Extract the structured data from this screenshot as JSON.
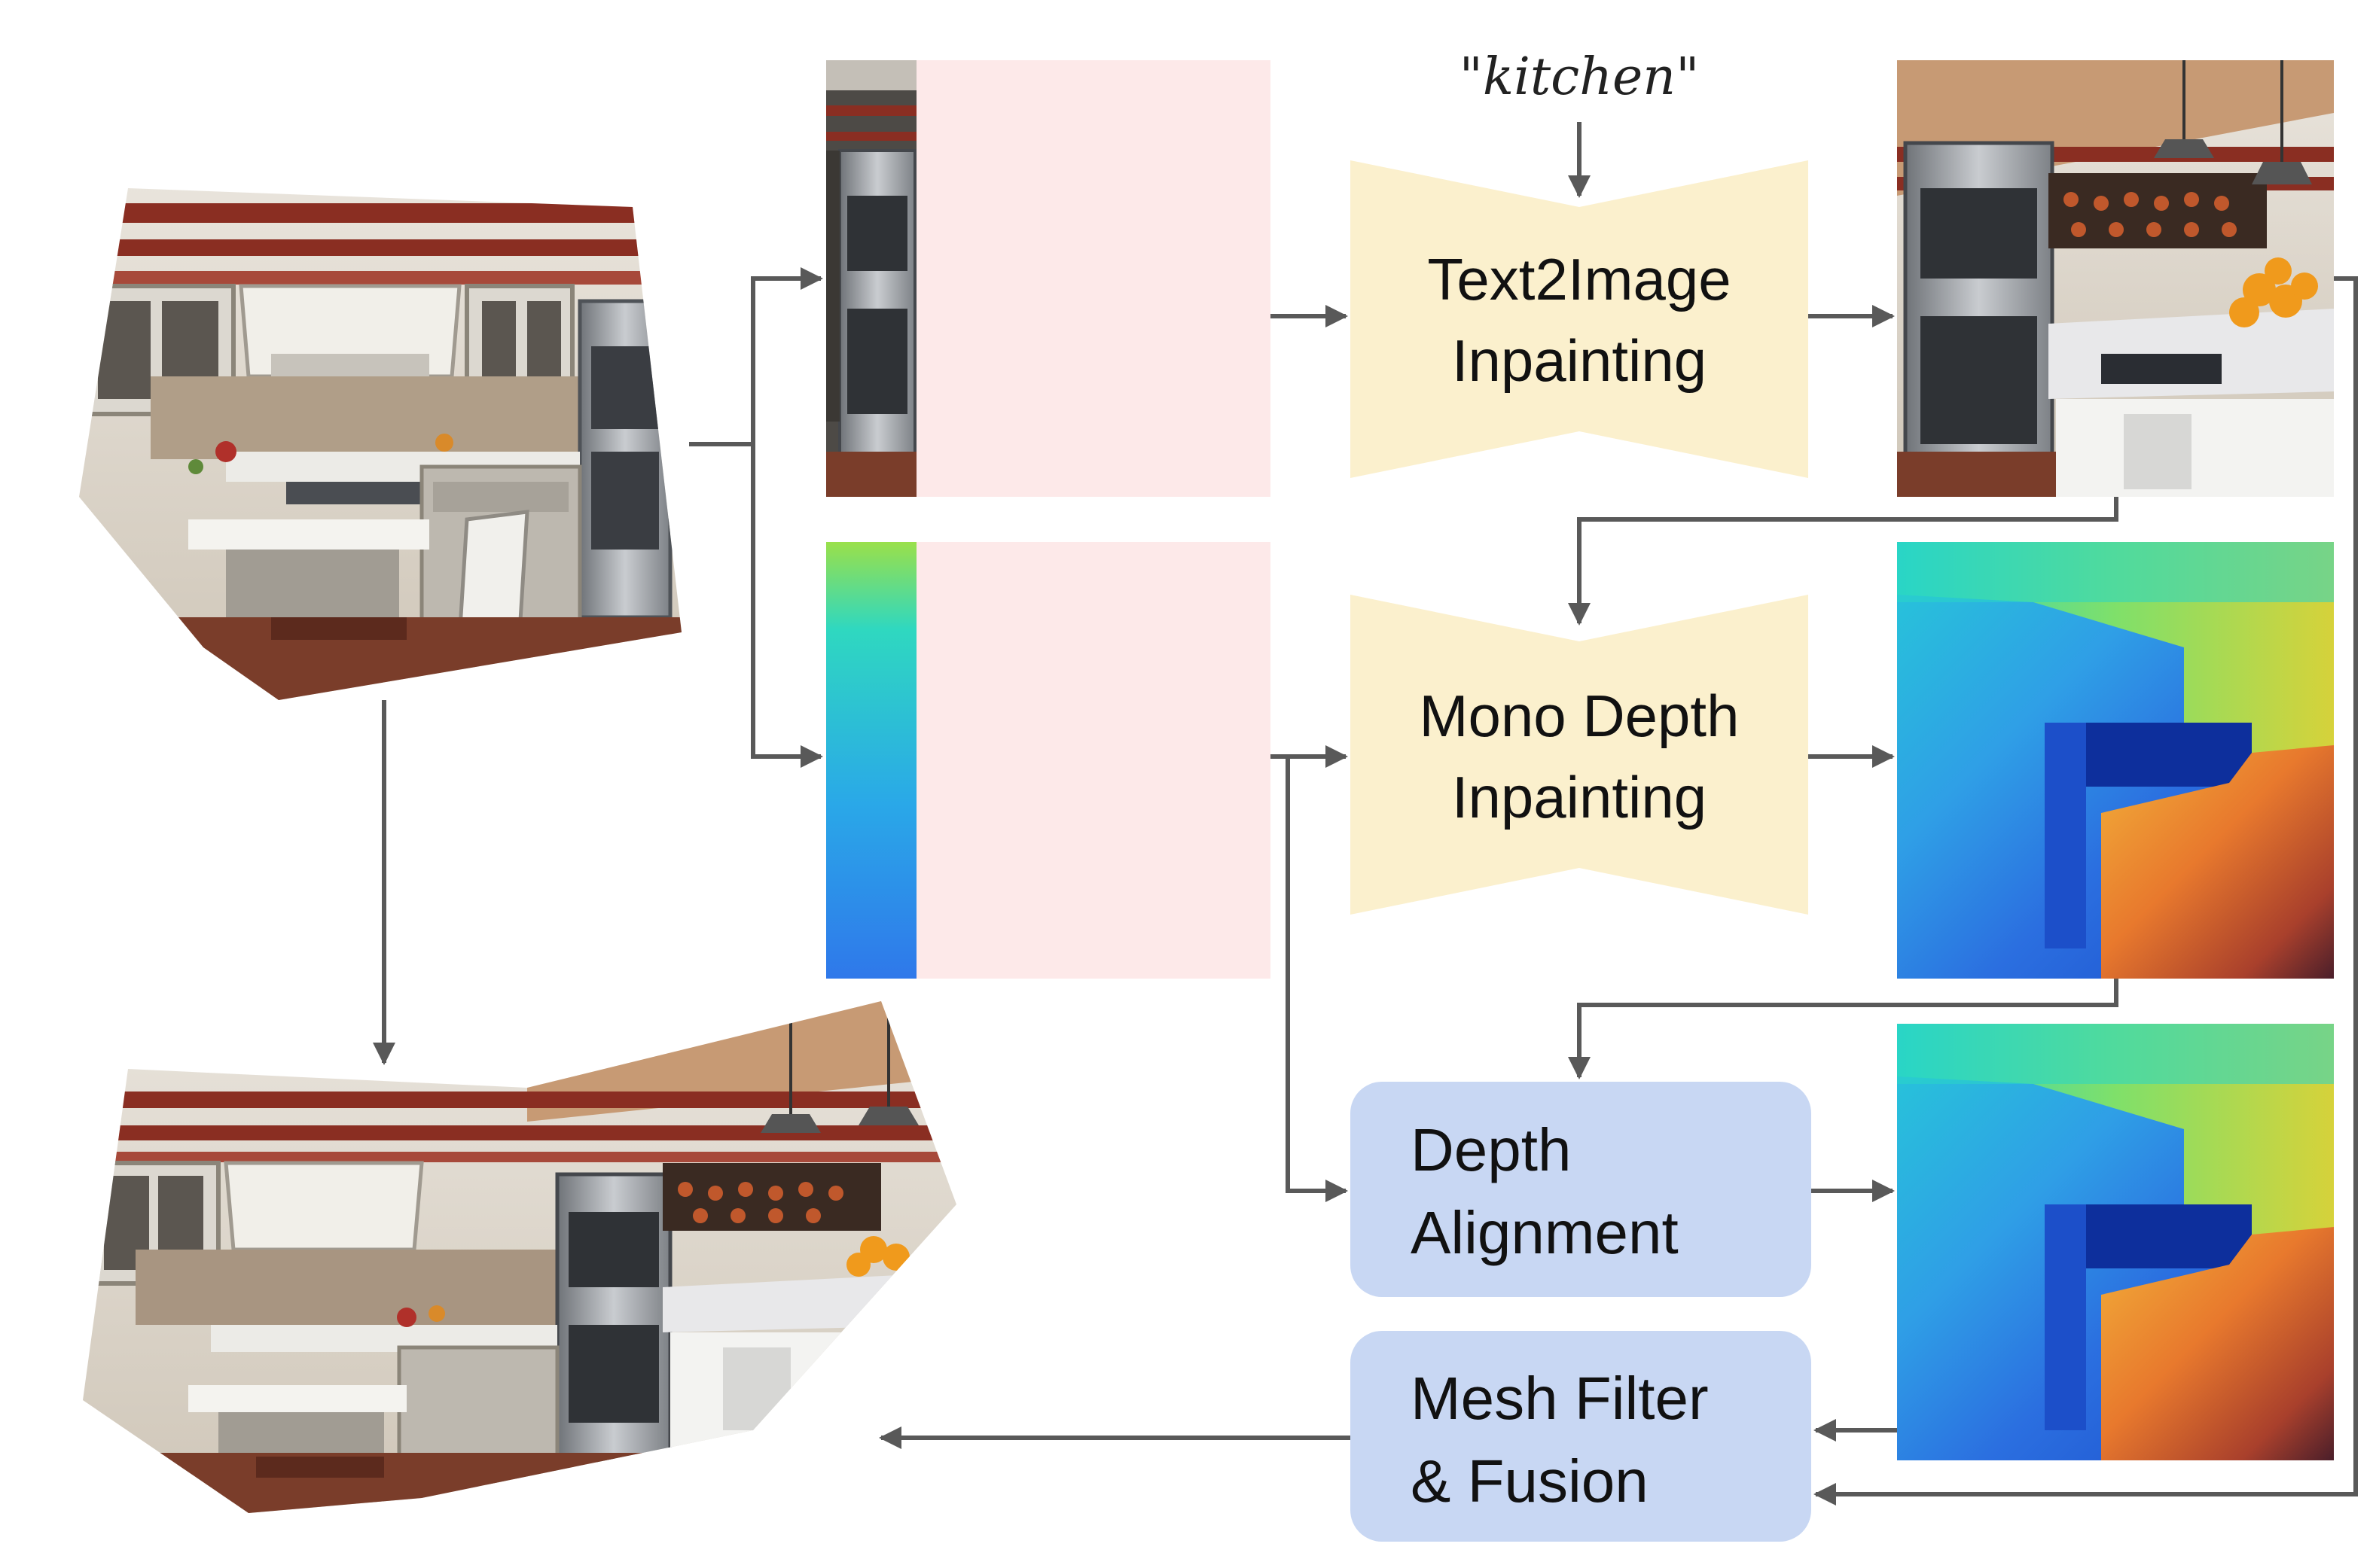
{
  "prompt": {
    "text": "\"kitchen\""
  },
  "modules": {
    "text2image": {
      "line1": "Text2Image",
      "line2": "Inpainting"
    },
    "mono_depth": {
      "line1": "Mono Depth",
      "line2": "Inpainting"
    },
    "depth_alignment": {
      "line1": "Depth",
      "line2": "Alignment"
    },
    "mesh_filter": {
      "line1": "Mesh Filter",
      "line2": "& Fusion"
    }
  },
  "colors": {
    "trapezoid_fill": "#fbf0cd",
    "rounded_box_fill": "#c8d7f3",
    "mask_fill": "#fde9e9",
    "arrow": "#595959",
    "cabinet_red": "#8a2e22",
    "steel": "#9fa2a8",
    "floor": "#7a3d2a"
  }
}
